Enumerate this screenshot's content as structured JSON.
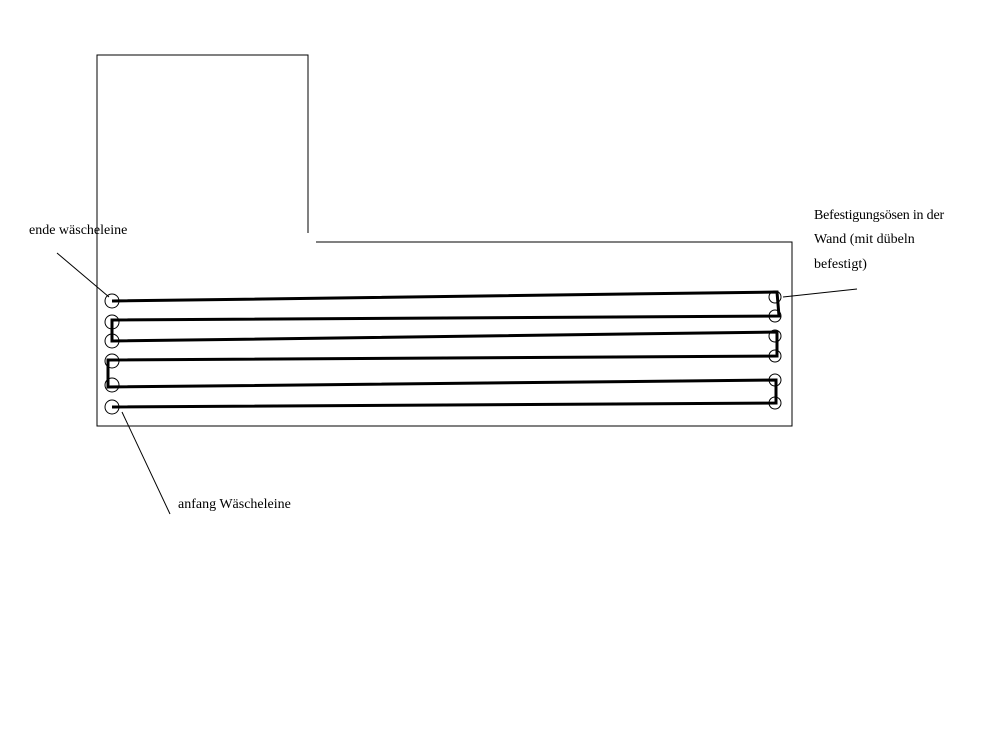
{
  "labels": {
    "end_label": "ende wäscheleine",
    "start_label": "anfang Wäscheleine",
    "eyelets_label_line1": "Befestigungsösen in der",
    "eyelets_label_line2": "Wand (mit dübeln",
    "eyelets_label_line3": "befestigt)"
  },
  "colors": {
    "line": "#000000",
    "background": "#ffffff"
  }
}
